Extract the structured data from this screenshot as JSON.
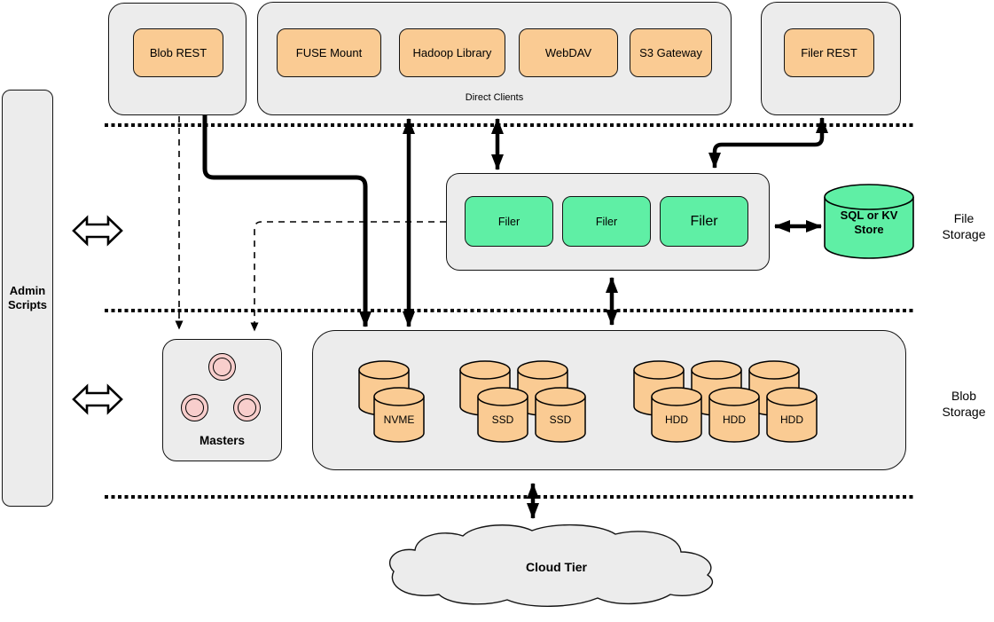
{
  "admin": {
    "label": "Admin Scripts"
  },
  "top_row": {
    "blob_rest_label": "Blob REST",
    "direct_clients": {
      "caption": "Direct Clients",
      "clients": [
        "FUSE Mount",
        "Hadoop Library",
        "WebDAV",
        "S3 Gateway"
      ]
    },
    "filer_rest_label": "Filer REST"
  },
  "file_storage": {
    "section_label": "File Storage",
    "filers": [
      "Filer",
      "Filer",
      "Filer"
    ],
    "store_label": "SQL or KV Store"
  },
  "blob_storage": {
    "section_label": "Blob Storage",
    "masters_label": "Masters",
    "drives": [
      "NVME",
      "SSD",
      "SSD",
      "HDD",
      "HDD",
      "HDD"
    ]
  },
  "cloud": {
    "label": "Cloud Tier"
  },
  "colors": {
    "container_fill": "#ECECEC",
    "client_fill": "#FACB93",
    "filer_fill": "#5FEFA5",
    "master_fill": "#F8CECC",
    "line": "#000000"
  }
}
